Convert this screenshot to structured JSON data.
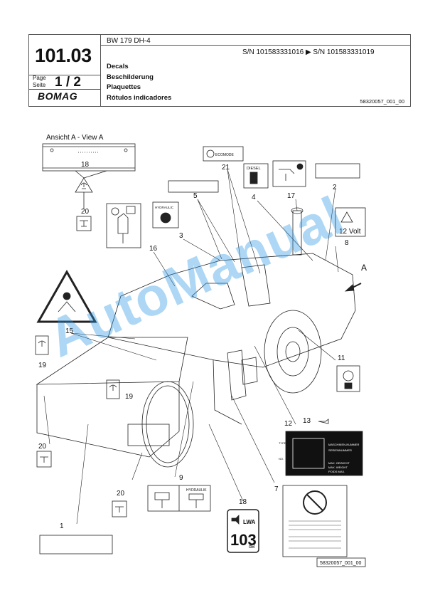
{
  "header": {
    "page_number": "101.03",
    "page_label": "Page",
    "seite_label": "Seite",
    "page_value": "1 / 2",
    "brand": "BOMAG",
    "model": "BW 179 DH-4",
    "serial_range": "S/N 101583331016  ▶  S/N 101583331019",
    "titles": [
      "Decals",
      "Beschilderung",
      "Plaquettes",
      "Rótulos indicadores"
    ],
    "doc_id": "58320057_001_00"
  },
  "drawing": {
    "view_label": "Ansicht A - View A",
    "view_letter": "A",
    "callouts": [
      "1",
      "2",
      "3",
      "4",
      "5",
      "7",
      "8",
      "9",
      "11",
      "12",
      "13",
      "15",
      "16",
      "17",
      "18",
      "19",
      "20",
      "21"
    ],
    "decal_texts": {
      "volt": "12 Volt",
      "diesel": "DIESEL",
      "hydraulik": "HYDRAULIK",
      "hydraulic_oil": "HYDRAULIC",
      "lwa": "LWA",
      "db_value": "103",
      "db_unit": "dB",
      "ecomode": "ECOMODE",
      "plate_rows": [
        "TYPE",
        "NO.",
        "MASCHINEN-NUMMER",
        "SERIENNUMMER",
        "MAX. GEWICHT",
        "MAX. WEIGHT",
        "POIDS MAX."
      ]
    },
    "footer_id": "58320057_001_00"
  },
  "watermark": "AutoManual"
}
